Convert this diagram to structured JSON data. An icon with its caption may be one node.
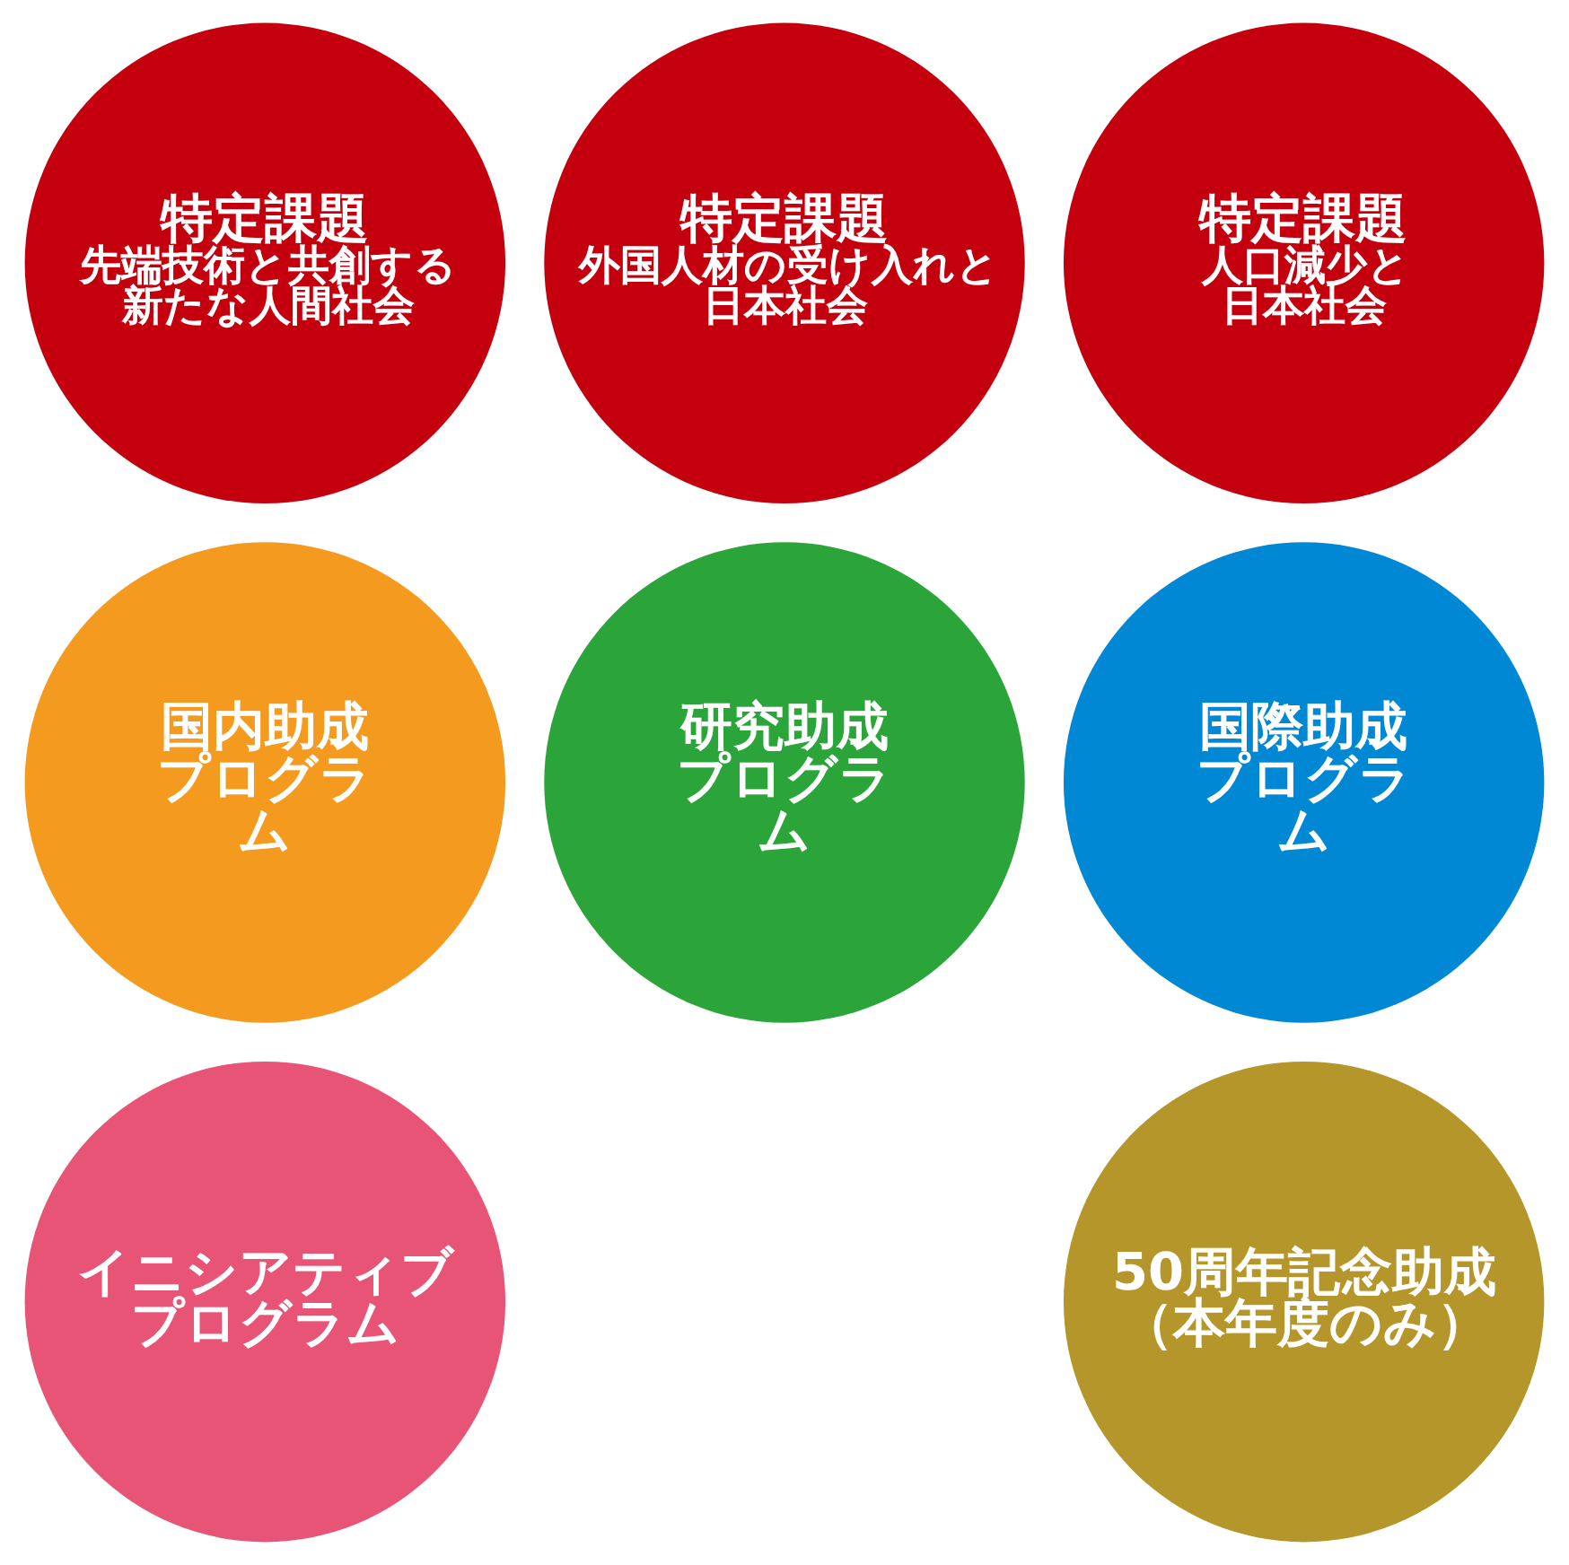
{
  "diagram": {
    "nodes": [
      {
        "text": [
          "特定課題",
          "先端技術と共創する新たな人間社会"
        ]
      },
      {
        "text": [
          "特定課題",
          "外国人材の受け入れと日本社会"
        ]
      },
      {
        "text": [
          "特定課題",
          "人口減少と日本社会"
        ]
      },
      {
        "text": [
          "国内助成プログラム"
        ]
      },
      {
        "text": [
          "研究助成プログラム"
        ]
      },
      {
        "text": [
          "国際助成プログラム"
        ]
      },
      {
        "text": [
          "イニシアティブプログラム"
        ]
      },
      {
        "text": [
          "50周年記念助成（本年度のみ）"
        ]
      }
    ]
  }
}
